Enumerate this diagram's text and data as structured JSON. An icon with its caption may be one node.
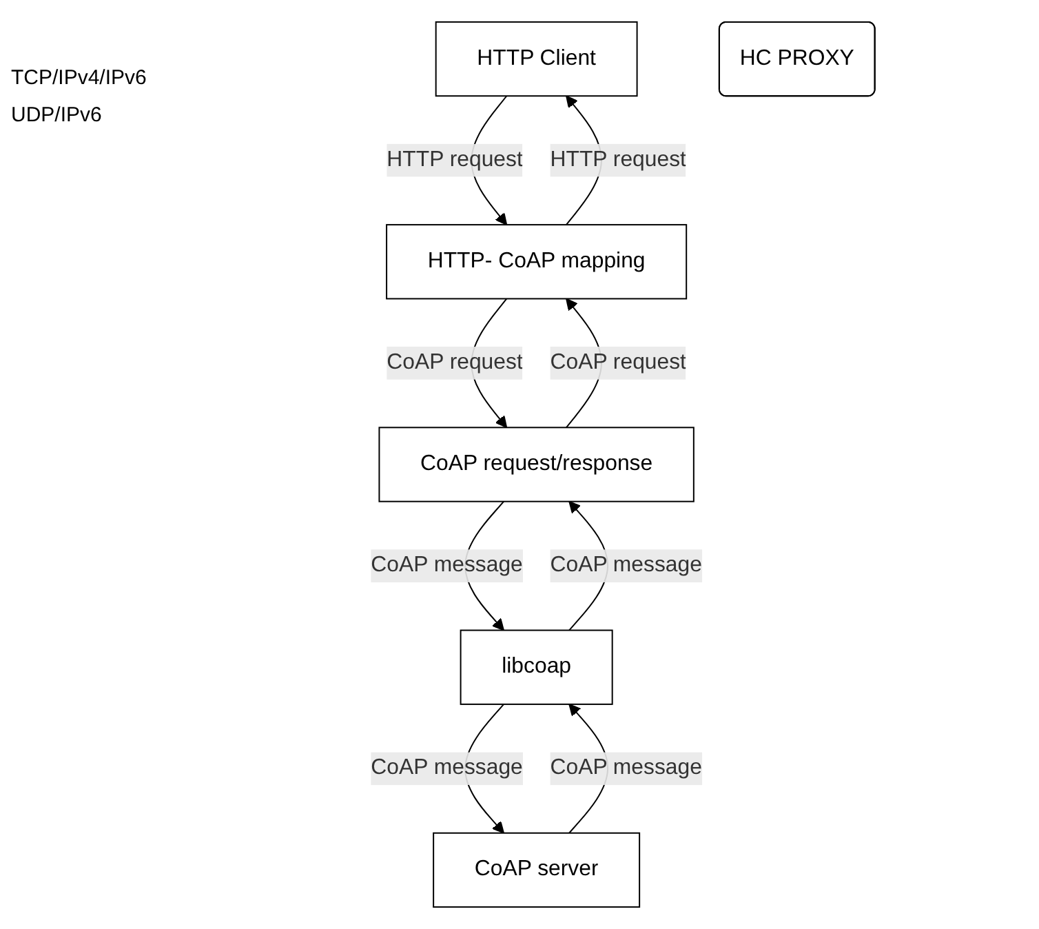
{
  "diagram": {
    "nodes": [
      {
        "text": [
          "HTTP Client"
        ]
      },
      {
        "text": [
          "HTTP- CoAP mapping"
        ]
      },
      {
        "text": [
          "CoAP request/response"
        ]
      },
      {
        "text": [
          "libcoap"
        ]
      },
      {
        "text": [
          "CoAP server"
        ]
      },
      {
        "text": [
          "HC PROXY"
        ]
      }
    ],
    "edges": [
      {
        "from": 0,
        "to": 1,
        "arrow": "to",
        "label": "HTTP request"
      },
      {
        "from": 1,
        "to": 0,
        "arrow": "to",
        "label": "HTTP request"
      },
      {
        "from": 1,
        "to": 2,
        "arrow": "to",
        "label": "CoAP request"
      },
      {
        "from": 2,
        "to": 1,
        "arrow": "to",
        "label": "CoAP request"
      },
      {
        "from": 2,
        "to": 3,
        "arrow": "to",
        "label": "CoAP message"
      },
      {
        "from": 3,
        "to": 2,
        "arrow": "to",
        "label": "CoAP message"
      },
      {
        "from": 3,
        "to": 4,
        "arrow": "to",
        "label": "CoAP message"
      },
      {
        "from": 4,
        "to": 3,
        "arrow": "to",
        "label": "CoAP message"
      }
    ],
    "labels": [
      "TCP/IPv4/IPv6",
      "UDP/IPv6"
    ]
  }
}
